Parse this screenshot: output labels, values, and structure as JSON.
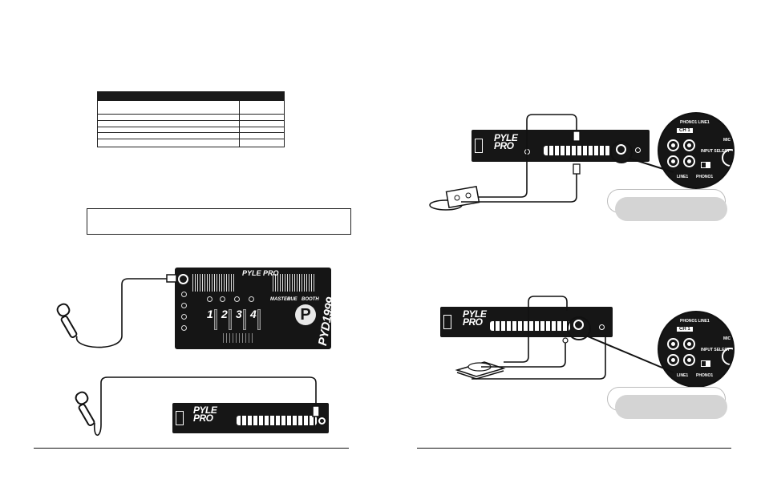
{
  "left_page": {
    "mixer_top": {
      "brand": "PYLE PRO",
      "channels": [
        "1",
        "2",
        "3",
        "4"
      ],
      "model": "PYD1999",
      "label_master": "MASTER",
      "label_cue": "CUE",
      "label_booth": "BOOTH"
    },
    "mixer_bottom": {
      "brand_top": "PYLE",
      "brand_bottom": "PRO"
    }
  },
  "right_page": {
    "mixer_a": {
      "brand_top": "PYLE",
      "brand_bottom": "PRO"
    },
    "mixer_b": {
      "brand_top": "PYLE",
      "brand_bottom": "PRO"
    },
    "zoom_a": {
      "header": "PHONO1 LINE1",
      "channel": "CH 1",
      "switch_label": "INPUT SELECT",
      "bottom_left": "LINE1",
      "bottom_right": "PHONO1",
      "side": "MIC"
    },
    "zoom_b": {
      "header": "PHONO1 LINE1",
      "channel": "CH 1",
      "switch_label": "INPUT SELECT",
      "bottom_left": "LINE1",
      "bottom_right": "PHONO1",
      "side": "MIC"
    }
  },
  "icons": [
    "microphone-icon",
    "cassette-deck-icon",
    "cd-disc-icon",
    "turntable-icon"
  ]
}
